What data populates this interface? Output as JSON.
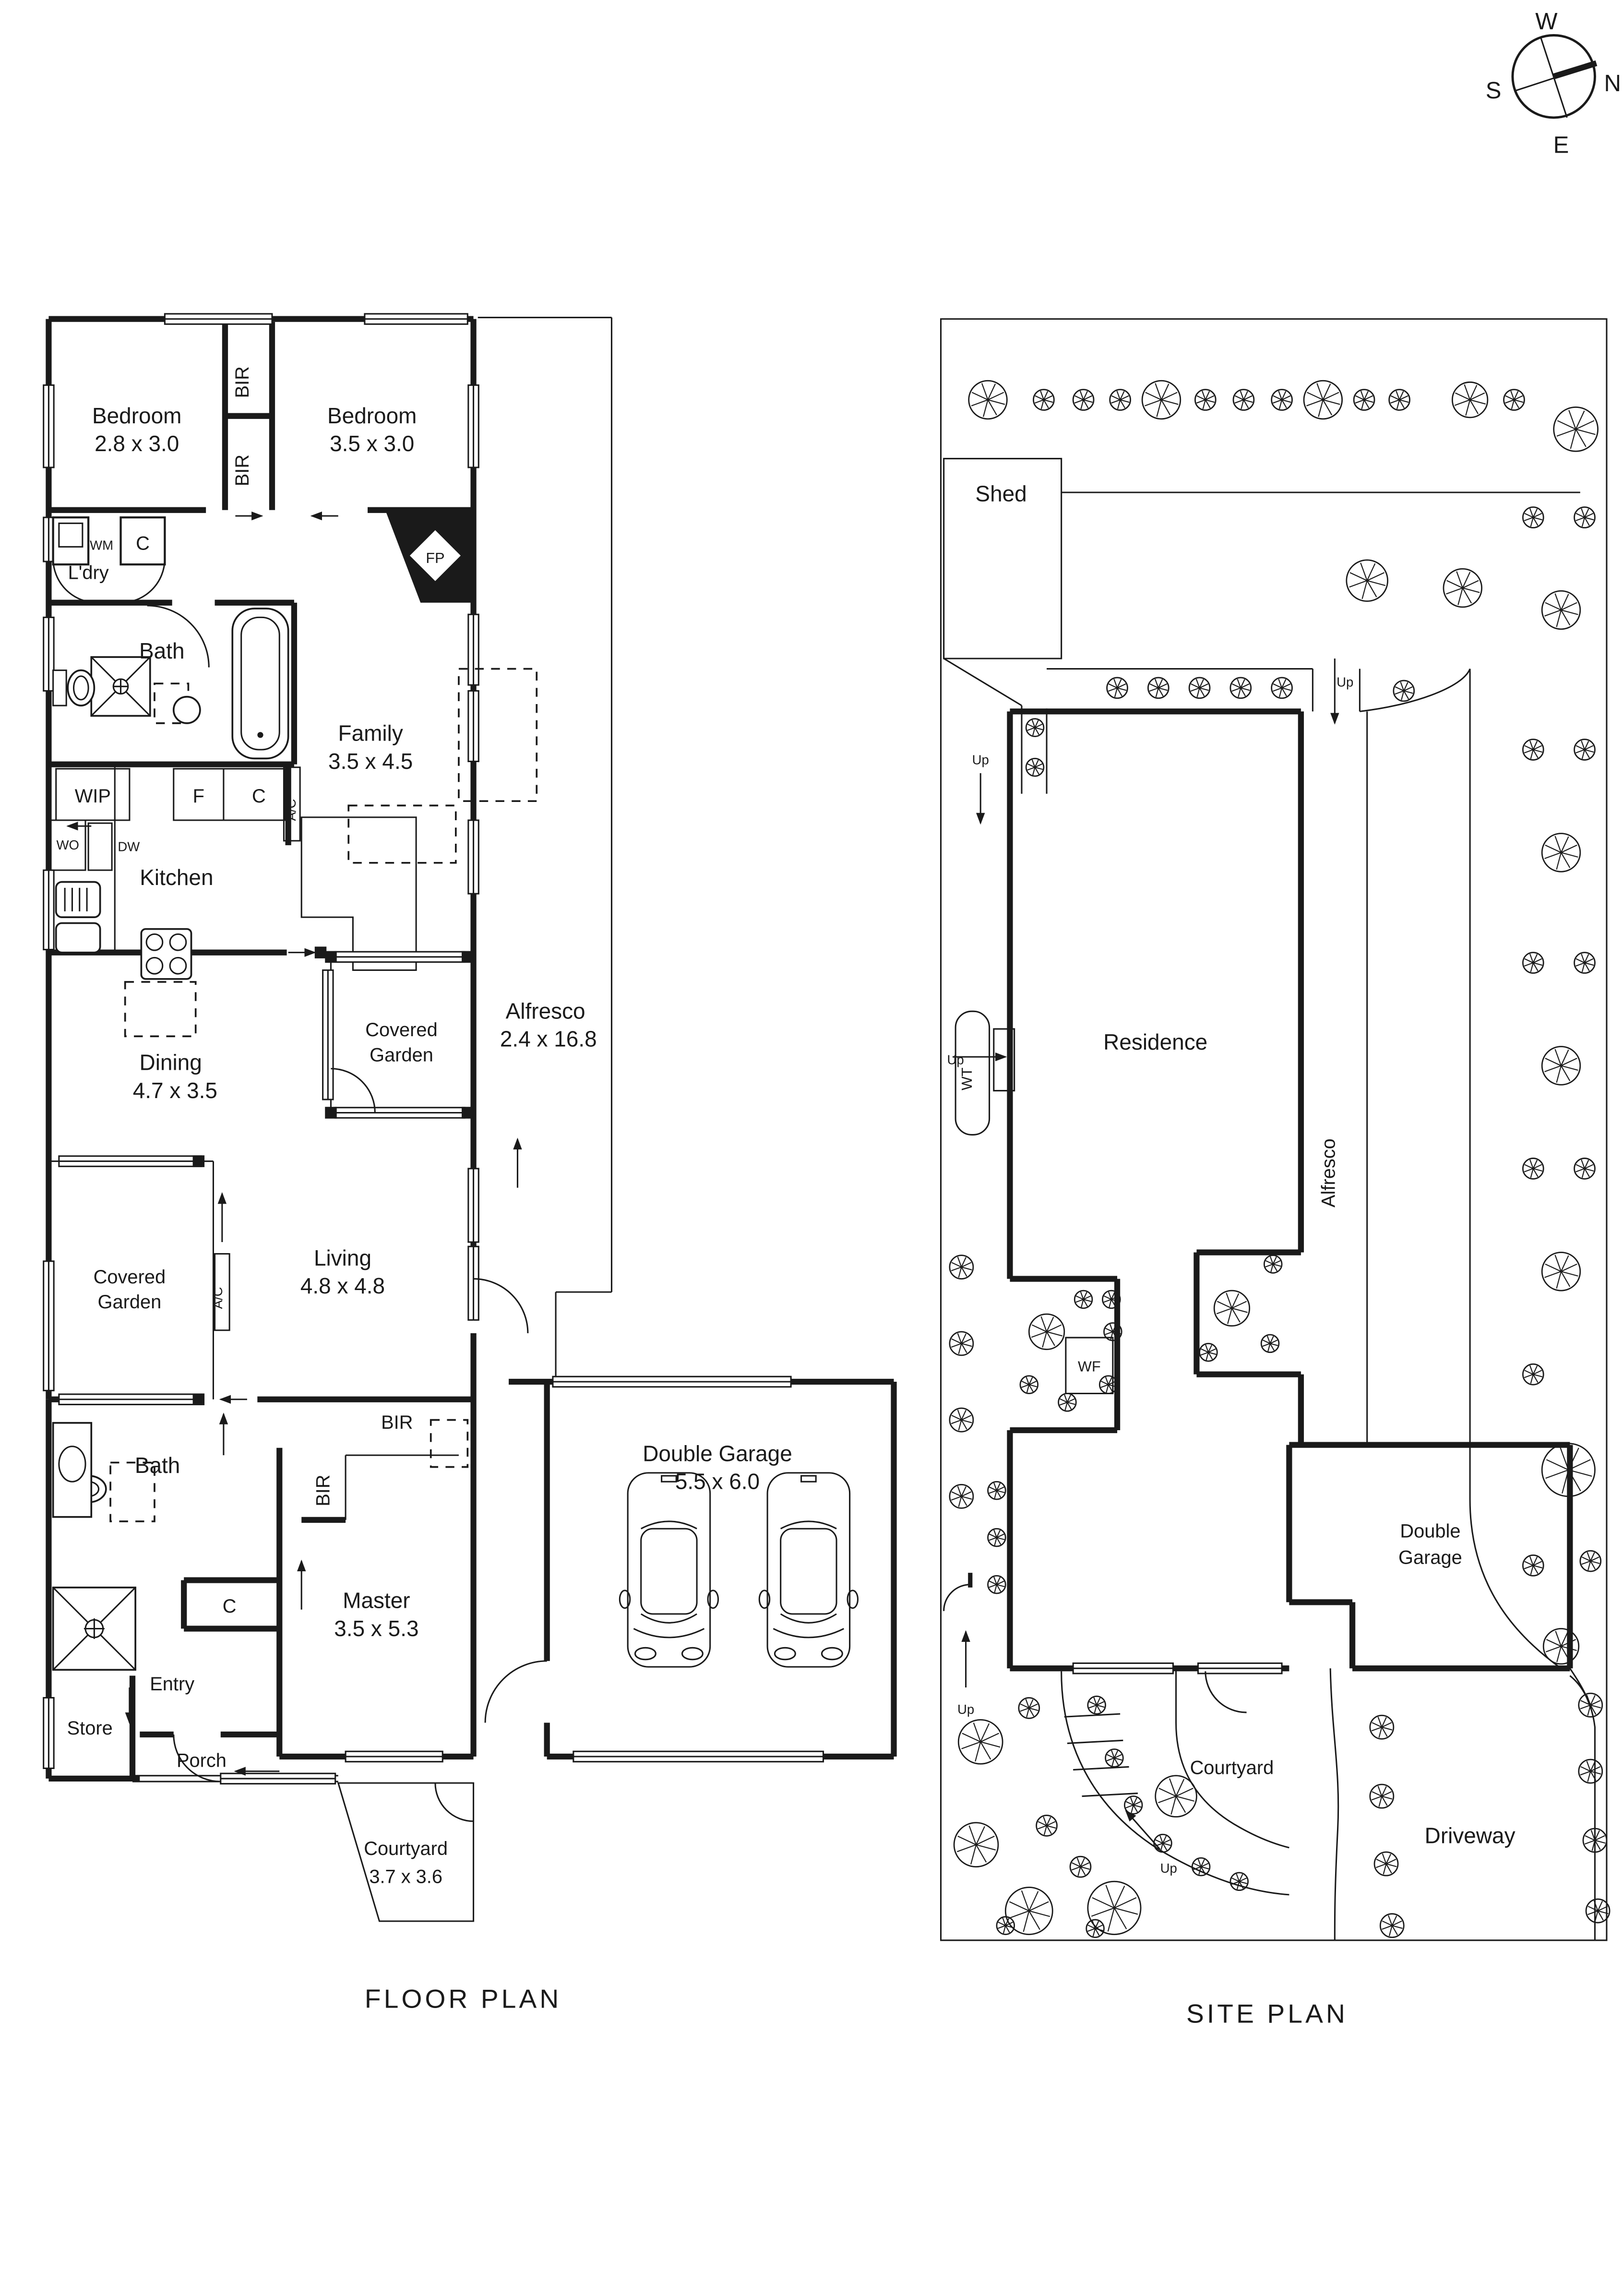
{
  "compass": {
    "n": "N",
    "s": "S",
    "e": "E",
    "w": "W"
  },
  "floor_plan": {
    "title": "FLOOR PLAN",
    "bedroom1": {
      "name": "Bedroom",
      "dims": "2.8 x 3.0"
    },
    "bedroom2": {
      "name": "Bedroom",
      "dims": "3.5 x 3.0"
    },
    "bir": "BIR",
    "laundry": "L'dry",
    "wm": "WM",
    "cupboard": "C",
    "fireplace": "FP",
    "bath": "Bath",
    "wip": "WIP",
    "fridge": "F",
    "ac": "A/C",
    "family": {
      "name": "Family",
      "dims": "3.5 x 4.5"
    },
    "wall_oven": "WO",
    "dishwasher": "DW",
    "kitchen": "Kitchen",
    "dining": {
      "name": "Dining",
      "dims": "4.7 x 3.5"
    },
    "covered_garden": {
      "line1": "Covered",
      "line2": "Garden"
    },
    "alfresco": {
      "name": "Alfresco",
      "dims": "2.4 x 16.8"
    },
    "living": {
      "name": "Living",
      "dims": "4.8 x 4.8"
    },
    "master": {
      "name": "Master",
      "dims": "3.5 x 5.3"
    },
    "entry": "Entry",
    "store": "Store",
    "porch": "Porch",
    "garage": {
      "name": "Double Garage",
      "dims": "5.5 x 6.0"
    },
    "courtyard": {
      "name": "Courtyard",
      "dims": "3.7 x 3.6"
    }
  },
  "site_plan": {
    "title": "SITE PLAN",
    "shed": "Shed",
    "residence": "Residence",
    "alfresco": "Alfresco",
    "water_tank": "WT",
    "water_feature": "WF",
    "garage_line1": "Double",
    "garage_line2": "Garage",
    "courtyard": "Courtyard",
    "driveway": "Driveway",
    "up": "Up"
  },
  "colors": {
    "ink": "#1a1a1a",
    "paper": "#ffffff"
  }
}
